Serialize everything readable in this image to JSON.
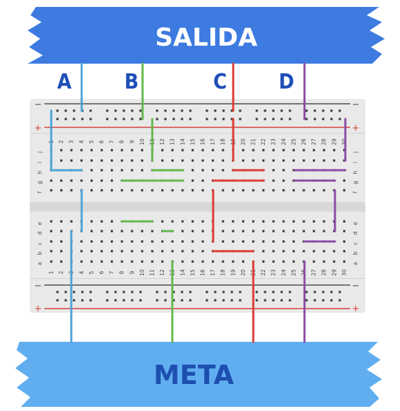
{
  "banners": {
    "start_label": "SALIDA",
    "finish_label": "META",
    "start_color": "#3d7be0",
    "finish_color": "#60aef0",
    "start_text_color": "#ffffff",
    "finish_text_color": "#1e4fb0"
  },
  "path_labels": {
    "a": "A",
    "b": "B",
    "c": "C",
    "d": "D",
    "color": "#1f4fb8"
  },
  "breadboard": {
    "rail_plus": "+",
    "rail_minus": "−",
    "row_letters_top": [
      "j",
      "i",
      "h",
      "g",
      "f"
    ],
    "row_letters_bottom": [
      "e",
      "d",
      "c",
      "b",
      "a"
    ],
    "columns": 30,
    "board_color": "#e9e9e9",
    "red_rail_color": "#d6403a",
    "black_rail_color": "#4a4a4a"
  },
  "wires": {
    "a_color": "#4aa3d6",
    "b_color": "#62b84a",
    "c_color": "#dd3b34",
    "d_color": "#8a4aa6"
  }
}
